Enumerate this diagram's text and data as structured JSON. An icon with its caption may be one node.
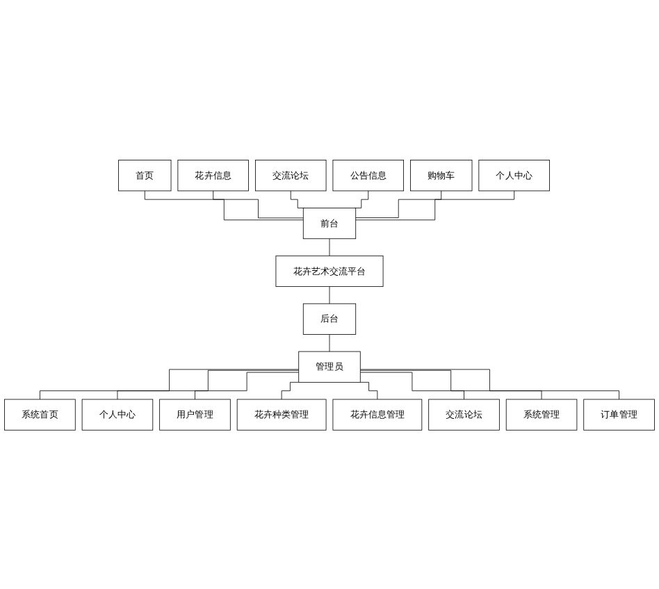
{
  "diagram": {
    "nodes": [
      {
        "text": [
          "首页"
        ]
      },
      {
        "text": [
          "花卉信息"
        ]
      },
      {
        "text": [
          "交流论坛"
        ]
      },
      {
        "text": [
          "公告信息"
        ]
      },
      {
        "text": [
          "购物车"
        ]
      },
      {
        "text": [
          "个人中心"
        ]
      },
      {
        "text": [
          "前台"
        ]
      },
      {
        "text": [
          "花卉艺术交流平台"
        ]
      },
      {
        "text": [
          "后台"
        ]
      },
      {
        "text": [
          "管理员"
        ]
      },
      {
        "text": [
          "系统首页"
        ]
      },
      {
        "text": [
          "个人中心"
        ]
      },
      {
        "text": [
          "用户管理"
        ]
      },
      {
        "text": [
          "花卉种类管理"
        ]
      },
      {
        "text": [
          "花卉信息管理"
        ]
      },
      {
        "text": [
          "交流论坛"
        ]
      },
      {
        "text": [
          "系统管理"
        ]
      },
      {
        "text": [
          "订单管理"
        ]
      }
    ],
    "edges": [
      {
        "from": 0,
        "to": 6,
        "arrow": "none"
      },
      {
        "from": 1,
        "to": 6,
        "arrow": "none"
      },
      {
        "from": 2,
        "to": 6,
        "arrow": "none"
      },
      {
        "from": 3,
        "to": 6,
        "arrow": "none"
      },
      {
        "from": 4,
        "to": 6,
        "arrow": "none"
      },
      {
        "from": 5,
        "to": 6,
        "arrow": "none"
      },
      {
        "from": 6,
        "to": 7,
        "arrow": "none"
      },
      {
        "from": 7,
        "to": 8,
        "arrow": "none"
      },
      {
        "from": 8,
        "to": 9,
        "arrow": "none"
      },
      {
        "from": 9,
        "to": 10,
        "arrow": "none"
      },
      {
        "from": 9,
        "to": 11,
        "arrow": "none"
      },
      {
        "from": 9,
        "to": 12,
        "arrow": "none"
      },
      {
        "from": 9,
        "to": 13,
        "arrow": "none"
      },
      {
        "from": 9,
        "to": 14,
        "arrow": "none"
      },
      {
        "from": 9,
        "to": 15,
        "arrow": "none"
      },
      {
        "from": 9,
        "to": 16,
        "arrow": "none"
      },
      {
        "from": 9,
        "to": 17,
        "arrow": "none"
      }
    ]
  }
}
